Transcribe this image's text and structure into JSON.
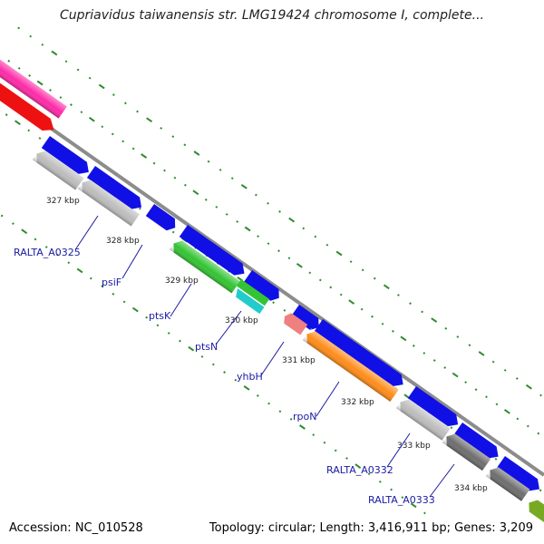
{
  "title": "Cupriavidus taiwanensis str. LMG19424 chromosome I, complete...",
  "footer": {
    "accession": "Accession: NC_010528",
    "summary": "Topology: circular; Length: 3,416,911 bp; Genes: 3,209"
  },
  "colors": {
    "backbone": "#8c8c8c",
    "tick": "#2e8b2e",
    "label_text": "#1a1aa6",
    "kbp_text": "#222222",
    "gene_blue": "#1010e6",
    "gene_gray": "#bdbdbd",
    "gene_green": "#33c433",
    "gene_cyan": "#22cccc",
    "gene_salmon": "#ee8080",
    "gene_orange": "#ff8c1a",
    "gene_darkgray": "#6e6e6e",
    "gene_olive": "#77aa22",
    "gene_pink": "#ff2aa8",
    "gene_red": "#ee1111"
  },
  "kbp_labels": [
    "327 kbp",
    "328 kbp",
    "329 kbp",
    "330 kbp",
    "331 kbp",
    "332 kbp",
    "333 kbp",
    "334 kbp"
  ],
  "gene_labels": [
    "RALTA_A0325",
    "psiF",
    "ptsK",
    "ptsN",
    "yhbH",
    "rpoN",
    "RALTA_A0332",
    "RALTA_A0333"
  ]
}
